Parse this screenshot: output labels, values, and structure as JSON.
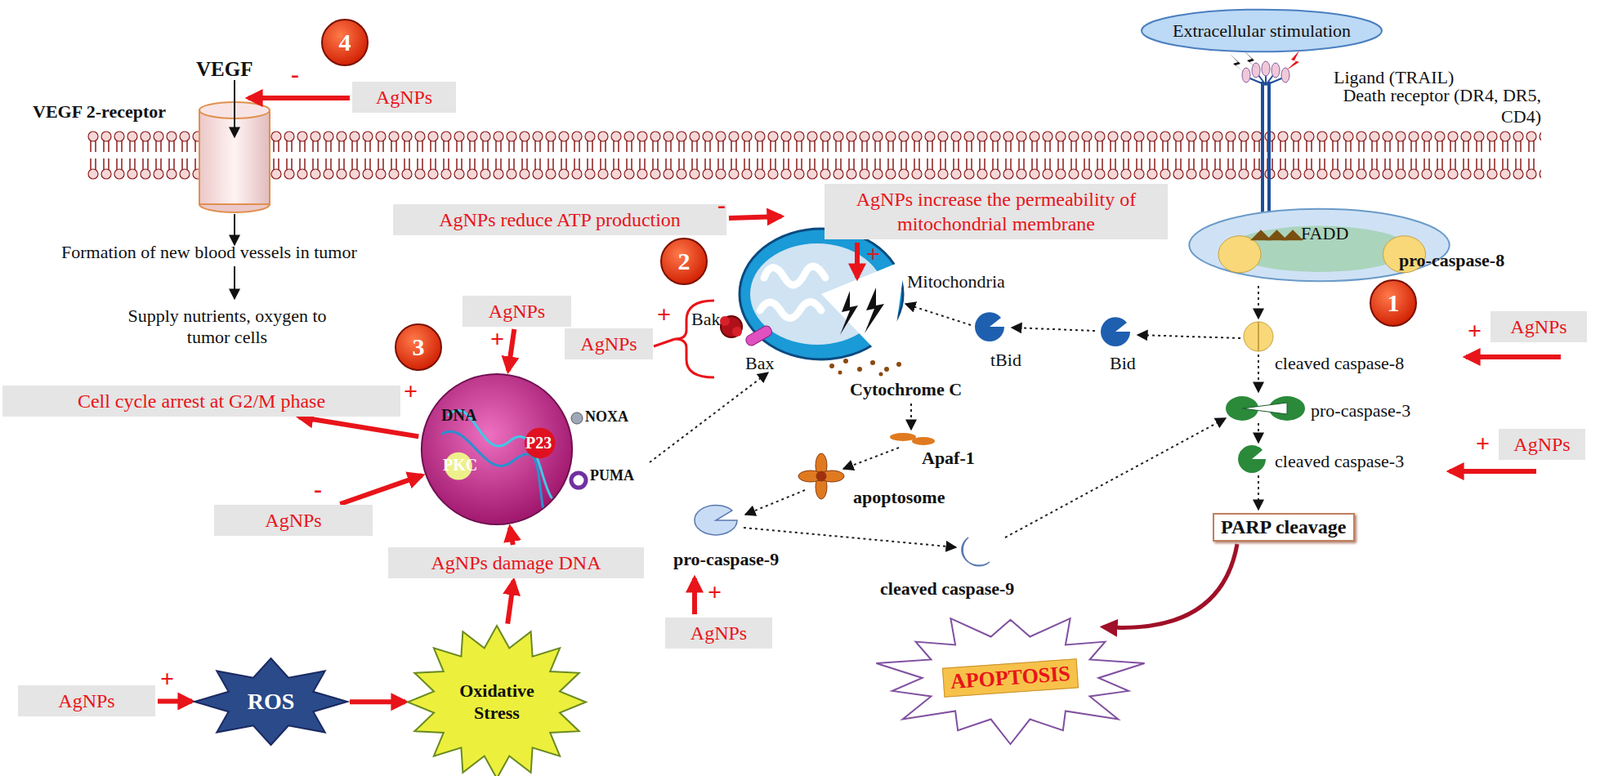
{
  "diagram": {
    "nodes": [
      {
        "text": [
          "Extracellular stimulation"
        ]
      },
      {
        "text": [
          "AgNPs"
        ]
      },
      {
        "text": [
          "AgNPs reduce ATP production"
        ]
      },
      {
        "text": [
          "AgNPs increase the permeability of mitochondrial membrane"
        ]
      },
      {
        "text": [
          "FADD"
        ]
      },
      {
        "text": [
          "AgNPs"
        ]
      },
      {
        "text": [
          "AgNPs"
        ]
      },
      {
        "text": [
          "AgNPs"
        ]
      },
      {
        "text": [
          "Cell cycle arrest at G2/M phase"
        ]
      },
      {
        "text": [
          "DNA",
          "P23",
          "PKC"
        ]
      },
      {
        "text": [
          "AgNPs"
        ]
      },
      {
        "text": [
          "PARP cleavage"
        ]
      },
      {
        "text": [
          "AgNPs"
        ]
      },
      {
        "text": [
          "AgNPs damage DNA"
        ]
      },
      {
        "text": [
          "AgNPs"
        ]
      },
      {
        "text": [
          "AgNPs"
        ]
      },
      {
        "text": [
          "ROS"
        ]
      },
      {
        "text": [
          "Oxidative Stress"
        ]
      },
      {
        "text": [
          "APOPTOSIS"
        ]
      }
    ],
    "edges": [
      {
        "from": 15,
        "to": 16,
        "arrow": "to"
      },
      {
        "from": 16,
        "to": 17,
        "arrow": "to"
      },
      {
        "from": 17,
        "to": 13,
        "arrow": "to"
      },
      {
        "from": 13,
        "to": 9,
        "arrow": "to"
      },
      {
        "from": 12,
        "to": 9,
        "arrow": "to"
      },
      {
        "from": 6,
        "to": 9,
        "arrow": "to"
      },
      {
        "from": 9,
        "to": 8,
        "arrow": "to"
      },
      {
        "from": 11,
        "to": 18,
        "arrow": "to"
      }
    ],
    "labels": [
      "4",
      "VEGF",
      "-",
      "VEGF 2-receptor",
      "Formation of new blood vessels in tumor",
      "Supply nutrients, oxygen to tumor cells",
      "Ligand (TRAIL)",
      "Death receptor (DR4, DR5, CD4)",
      "pro-caspase-8",
      "1",
      "-",
      "+",
      "Mitochondria",
      "2",
      "+",
      "Bak",
      "Bax",
      "3",
      "+",
      "+",
      "NOXA",
      "PUMA",
      "-",
      "tBid",
      "Bid",
      "Cytochrome C",
      "cleaved caspase-8",
      "+",
      "pro-caspase-3",
      "Apaf-1",
      "apoptosome",
      "cleaved caspase-3",
      "+",
      "pro-caspase-9",
      "cleaved caspase-9",
      "+",
      "+"
    ]
  }
}
